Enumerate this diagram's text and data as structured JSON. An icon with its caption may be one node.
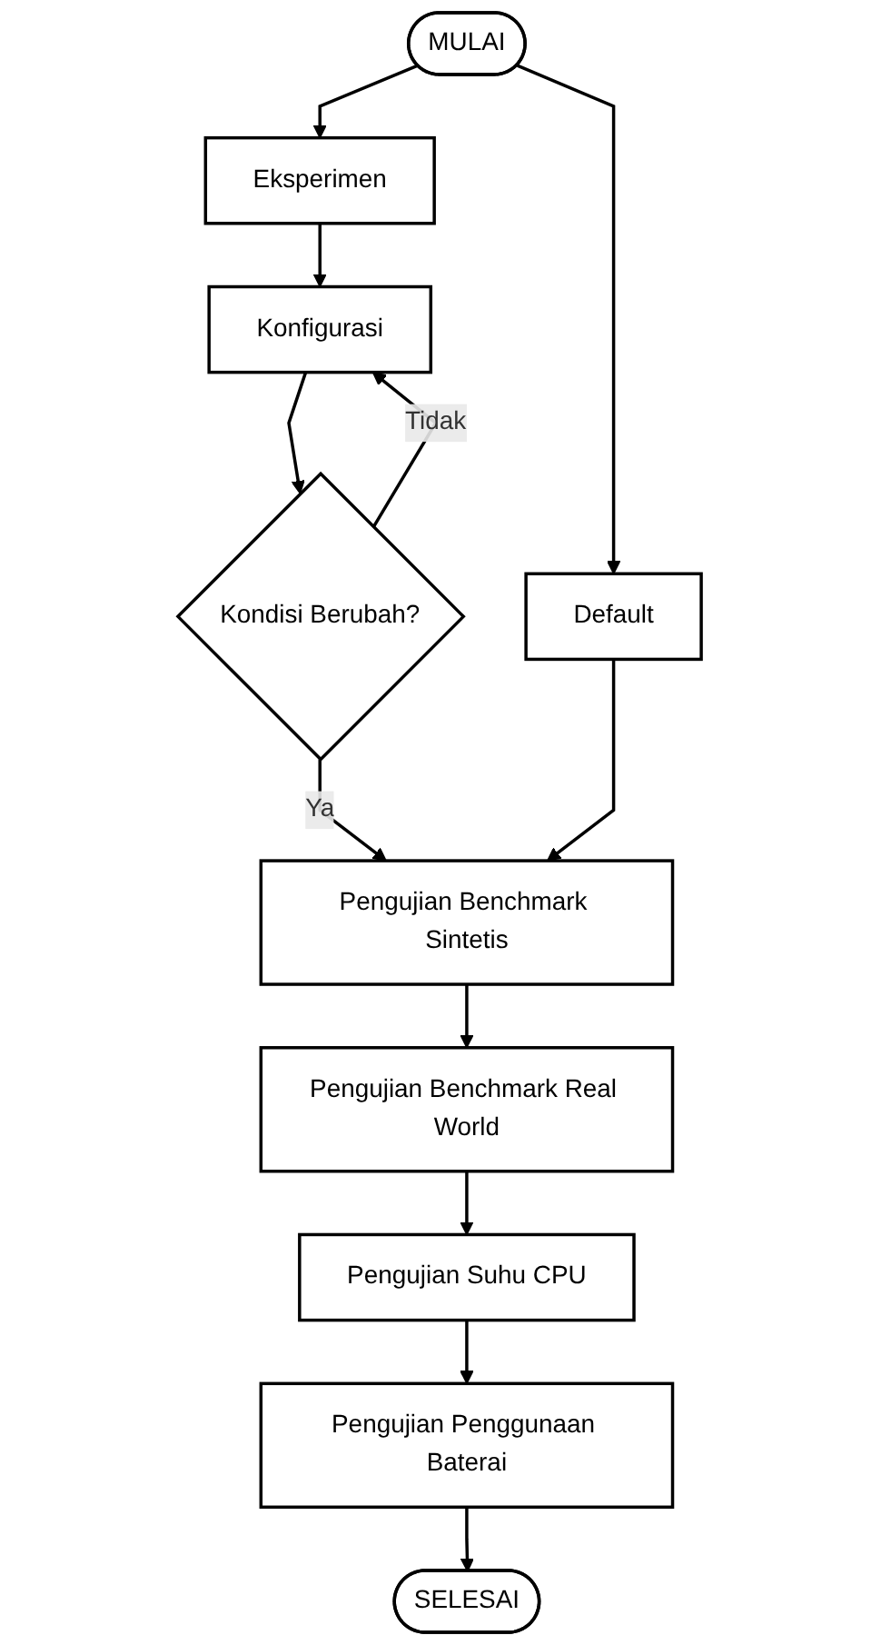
{
  "diagram": {
    "nodes": [
      {
        "text": [
          "MULAI"
        ]
      },
      {
        "text": [
          "Eksperimen"
        ]
      },
      {
        "text": [
          "Default"
        ]
      },
      {
        "text": [
          "Konfigurasi"
        ]
      },
      {
        "text": [
          "Kondisi Berubah?"
        ]
      },
      {
        "text": [
          "Pengujian Benchmark Sintetis"
        ]
      },
      {
        "text": [
          "Pengujian Benchmark Real World"
        ]
      },
      {
        "text": [
          "Pengujian Suhu CPU"
        ]
      },
      {
        "text": [
          "Pengujian Penggunaan Baterai"
        ]
      },
      {
        "text": [
          "SELESAI"
        ]
      }
    ],
    "edges": [
      {
        "from": 0,
        "to": 1,
        "arrow": "to"
      },
      {
        "from": 0,
        "to": 2,
        "arrow": "to"
      },
      {
        "from": 1,
        "to": 3,
        "arrow": "to"
      },
      {
        "from": 3,
        "to": 4,
        "arrow": "to"
      },
      {
        "from": 4,
        "to": 3,
        "arrow": "to",
        "label": "Tidak"
      },
      {
        "from": 4,
        "to": 5,
        "arrow": "to",
        "label": "Ya"
      },
      {
        "from": 2,
        "to": 5,
        "arrow": "to"
      },
      {
        "from": 5,
        "to": 6,
        "arrow": "to"
      },
      {
        "from": 6,
        "to": 7,
        "arrow": "to"
      },
      {
        "from": 7,
        "to": 8,
        "arrow": "to"
      },
      {
        "from": 8,
        "to": 9,
        "arrow": "to"
      }
    ]
  }
}
